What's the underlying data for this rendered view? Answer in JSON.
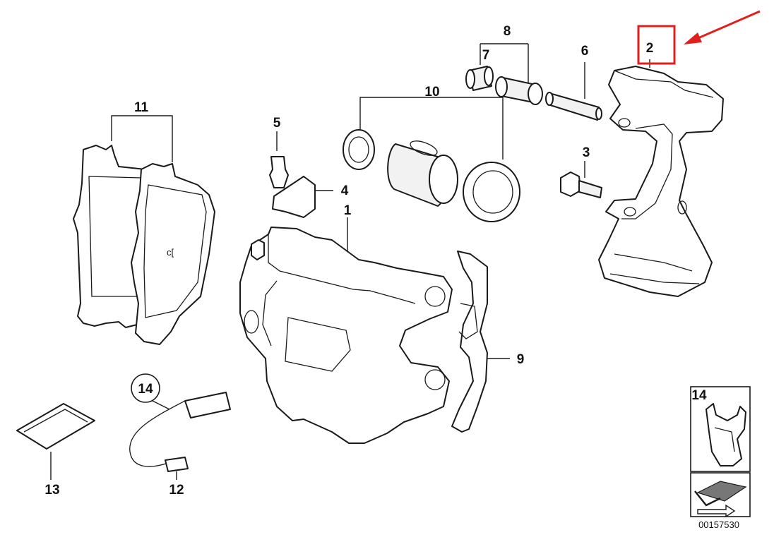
{
  "labels": {
    "p1": "1",
    "p2": "2",
    "p3": "3",
    "p4": "4",
    "p5": "5",
    "p6": "6",
    "p7": "7",
    "p8": "8",
    "p9": "9",
    "p10": "10",
    "p11": "11",
    "p12": "12",
    "p13": "13",
    "p14": "14",
    "inset14": "14"
  },
  "diagram_number": "00157530",
  "colors": {
    "highlight": "#e0201c",
    "ink": "#1a1a1a"
  },
  "icons": {
    "inset_arrow": "arrow-icon"
  }
}
